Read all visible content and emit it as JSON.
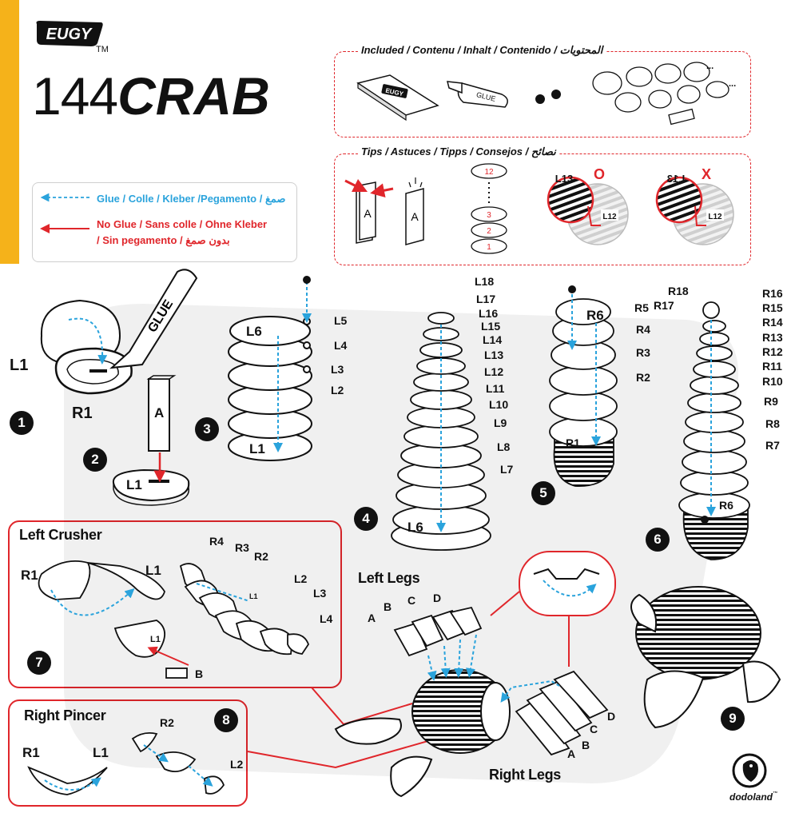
{
  "header": {
    "brand": "EUGY",
    "trademark": "TM",
    "model_number": "144",
    "model_name": "CRAB"
  },
  "legend": {
    "glue": "Glue / Colle / Kleber /Pegamento / صمغ",
    "no_glue_line1": "No Glue / Sans colle / Ohne Kleber",
    "no_glue_line2": "/ Sin pegamento / بدون صمغ"
  },
  "included": {
    "title": "Included / Contenu / Inhalt / Contenido / المحتويات",
    "manual_brand": "EUGY",
    "glue_tube": "GLUE",
    "ellipsis": "..."
  },
  "tips": {
    "title": "Tips / Astuces / Tipps / Consejos / نصائح",
    "card_letter": "A",
    "stack_top": "12",
    "stack_numbers": [
      "3",
      "2",
      "1"
    ],
    "correct_mark": "O",
    "wrong_mark": "X",
    "part_l13": "L13",
    "part_l13_flipped": "L13",
    "part_l12": "L12"
  },
  "steps": {
    "s1": "1",
    "s2": "2",
    "s3": "3",
    "s4": "4",
    "s5": "5",
    "s6": "6",
    "s7": "7",
    "s8": "8",
    "s9": "9"
  },
  "step1": {
    "l1": "L1",
    "r1": "R1",
    "glue": "GLUE"
  },
  "step2": {
    "a": "A",
    "l1": "L1"
  },
  "step3": {
    "l6": "L6",
    "l5": "L5",
    "l4": "L4",
    "l3": "L3",
    "l2": "L2",
    "l1": "L1"
  },
  "step4": {
    "labels": [
      "L18",
      "L17",
      "L16",
      "L15",
      "L14",
      "L13",
      "L12",
      "L11",
      "L10",
      "L9",
      "L8",
      "L7"
    ],
    "base": "L6"
  },
  "step5": {
    "r6": "R6",
    "r5": "R5",
    "r4": "R4",
    "r3": "R3",
    "r2": "R2",
    "r1": "R1"
  },
  "step6": {
    "r18": "R18",
    "r17": "R17",
    "labels": [
      "R16",
      "R15",
      "R14",
      "R13",
      "R12",
      "R11",
      "R10",
      "R9",
      "R8",
      "R7"
    ],
    "base": "R6"
  },
  "left_crusher": {
    "title": "Left Crusher",
    "r1": "R1",
    "l1": "L1",
    "r4": "R4",
    "r3": "R3",
    "r2": "R2",
    "l1_small": "L1",
    "l2": "L2",
    "l3": "L3",
    "l4": "L4",
    "b": "B",
    "l1_claw": "L1"
  },
  "right_pincer": {
    "title": "Right Pincer",
    "r1": "R1",
    "l1": "L1",
    "r2": "R2",
    "l2": "L2"
  },
  "left_legs": {
    "title": "Left Legs",
    "a": "A",
    "b": "B",
    "c": "C",
    "d": "D"
  },
  "right_legs": {
    "title": "Right Legs",
    "a": "A",
    "b": "B",
    "c": "C",
    "d": "D"
  },
  "footer": {
    "brand": "dodoland",
    "trademark": "™"
  },
  "colors": {
    "accent_yellow": "#f5b21a",
    "glue_blue": "#2aa3dc",
    "no_glue_red": "#e0262b"
  }
}
